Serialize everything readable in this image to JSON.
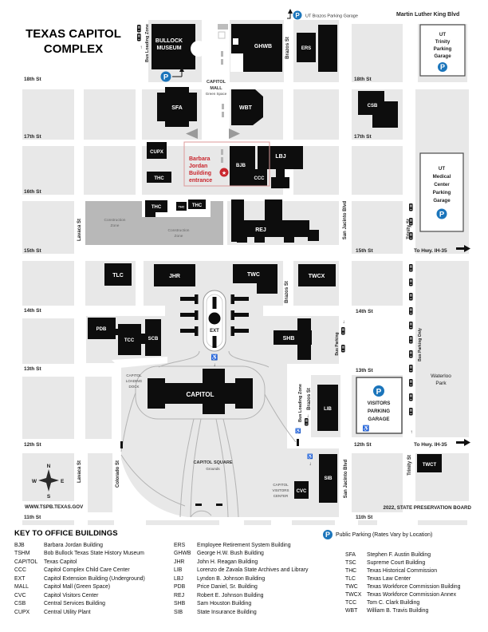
{
  "title1": "TEXAS CAPITOL",
  "title2": "COMPLEX",
  "map": {
    "p": "P",
    "streets": {
      "mlk": "Martin Luther King Blvd",
      "s18": "18th St",
      "s17": "17th St",
      "s16": "16th St",
      "s15": "15th St",
      "s14": "14th St",
      "s13": "13th St",
      "s12": "12th St",
      "s11": "11th St",
      "lavaca": "Lavaca St",
      "colorado": "Colorado St",
      "brazos": "Brazos St",
      "san_jacinto": "San Jacinto Blvd",
      "trinity": "Trinity St",
      "to_hwy": "To Hwy. IH-35"
    },
    "areas": {
      "mall1": "CAPITOL",
      "mall2": "MALL",
      "green": "Green Space",
      "cz1": "Construction",
      "cz2": "Zone",
      "dock1": "CAPITOL",
      "dock2": "LOADING",
      "dock3": "DOCK",
      "square": "CAPITOL SQUARE",
      "grounds": "Grounds",
      "waterloo1": "Waterloo",
      "waterloo2": "Park",
      "cvc1": "CAPITOL",
      "cvc2": "VISITORS",
      "cvc3": "CENTER",
      "bus_loading": "Bus Loading Zone",
      "bus_parking": "Bus Parking",
      "bus_parking_only": "Bus Parking Only"
    },
    "bldg": {
      "bullock1": "BULLOCK",
      "bullock2": "MUSEUM",
      "ghwb": "GHWB",
      "ers": "ERS",
      "sfa": "SFA",
      "wbt": "WBT",
      "csb": "CSB",
      "cupx": "CUPX",
      "thc": "THC",
      "bjb": "BJB",
      "ccc": "CCC",
      "lbj": "LBJ",
      "rej": "REJ",
      "tlc": "TLC",
      "jhr": "JHR",
      "twc": "TWC",
      "twcx": "TWCX",
      "ext": "EXT",
      "pdb": "PDB",
      "tcc": "TCC",
      "scb": "SCB",
      "shb": "SHB",
      "capitol": "CAPITOL",
      "lib": "LIB",
      "sib": "SIB",
      "cvc": "CVC",
      "twct": "TWCT"
    },
    "garages": {
      "ut_brazos": "UT Brazos Parking Garage",
      "ut_trinity": [
        "UT",
        "Trinity",
        "Parking",
        "Garage"
      ],
      "ut_medical": [
        "UT",
        "Medical",
        "Center",
        "Parking",
        "Garage"
      ],
      "visitors": [
        "VISITORS",
        "PARKING",
        "GARAGE"
      ]
    },
    "entrance": [
      "Barbara",
      "Jordan",
      "Building",
      "entrance"
    ],
    "compass": {
      "n": "N",
      "s": "S",
      "e": "E",
      "w": "W"
    },
    "website": "WWW.TSPB.TEXAS.GOV",
    "credit": "2022, STATE PRESERVATION BOARD"
  },
  "legend": {
    "heading": "KEY TO OFFICE BUILDINGS",
    "public_parking": "Public Parking (Rates Vary by Location)",
    "col1": [
      {
        "abbr": "BJB",
        "name": "Barbara Jordan Building"
      },
      {
        "abbr": "TSHM",
        "name": "Bob Bullock Texas State History Museum"
      },
      {
        "abbr": "CAPITOL",
        "name": "Texas Capitol"
      },
      {
        "abbr": "CCC",
        "name": "Capitol Complex Child Care Center"
      },
      {
        "abbr": "EXT",
        "name": "Capitol Extension Building (Underground)"
      },
      {
        "abbr": "MALL",
        "name": "Capitol Mall (Green Space)"
      },
      {
        "abbr": "CVC",
        "name": "Capitol Visitors Center"
      },
      {
        "abbr": "CSB",
        "name": "Central Services Building"
      },
      {
        "abbr": "CUPX",
        "name": "Central Utility Plant"
      }
    ],
    "col2": [
      {
        "abbr": "ERS",
        "name": "Employee Retirement System Building"
      },
      {
        "abbr": "GHWB",
        "name": "George H.W. Bush Building"
      },
      {
        "abbr": "JHR",
        "name": "John H. Reagan Building"
      },
      {
        "abbr": "LIB",
        "name": "Lorenzo de Zavala State Archives and Library"
      },
      {
        "abbr": "LBJ",
        "name": "Lyndon B. Johnson Building"
      },
      {
        "abbr": "PDB",
        "name": "Price Daniel, Sr. Building"
      },
      {
        "abbr": "REJ",
        "name": "Robert E. Johnson Building"
      },
      {
        "abbr": "SHB",
        "name": "Sam Houston Building"
      },
      {
        "abbr": "SIB",
        "name": "State Insurance Building"
      }
    ],
    "col3": [
      {
        "abbr": "SFA",
        "name": "Stephen F. Austin Building"
      },
      {
        "abbr": "TSC",
        "name": "Supreme Court Building"
      },
      {
        "abbr": "THC",
        "name": "Texas Historical Commission"
      },
      {
        "abbr": "TLC",
        "name": "Texas Law Center"
      },
      {
        "abbr": "TWC",
        "name": "Texas Workforce Commission Building"
      },
      {
        "abbr": "TWCX",
        "name": "Texas Workforce Commission Annex"
      },
      {
        "abbr": "TCC",
        "name": "Tom C. Clark Building"
      },
      {
        "abbr": "WBT",
        "name": "William B. Travis Building"
      }
    ]
  }
}
